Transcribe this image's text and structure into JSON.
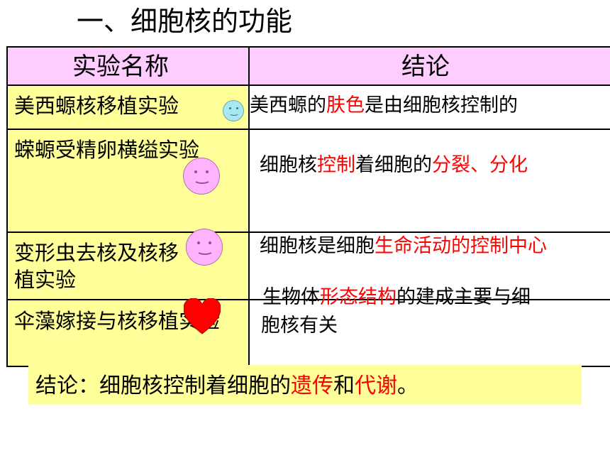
{
  "title": "一、细胞核的功能",
  "table": {
    "header": {
      "col1": "实验名称",
      "col2": "结论"
    },
    "rows": [
      {
        "name": "美西螈核移植实验"
      },
      {
        "name": "蝾螈受精卵横缢实验"
      },
      {
        "name": "变形虫去核及核移植实验"
      },
      {
        "name": "伞藻嫁接与核移植实验"
      }
    ],
    "conclusions": {
      "r1": {
        "t1": "美西螈的",
        "t2": "肤色",
        "t3": "是由细胞核控制的"
      },
      "r2": {
        "t1": "细胞核",
        "t2": "控制",
        "t3": "着细胞的",
        "t4": "分裂、分化"
      },
      "r3": {
        "t1": "细胞核是细胞",
        "t2": "生命活动的控制中心"
      },
      "r4": {
        "t1": "生物体",
        "t2": "形态结构",
        "t3": "的建成主要与细",
        "t4": "胞核有关"
      }
    }
  },
  "summary": {
    "t1": "结论：细胞核控制着细胞的",
    "t2": "遗传",
    "t3": "和",
    "t4": "代谢",
    "t5": "。"
  },
  "colors": {
    "header_bg": "#ffccff",
    "cell_bg": "#ffff99",
    "highlight": "#ff0000"
  },
  "icons": [
    "smiley-face-icon",
    "smiley-face-icon",
    "smiley-face-icon",
    "heart-icon"
  ]
}
